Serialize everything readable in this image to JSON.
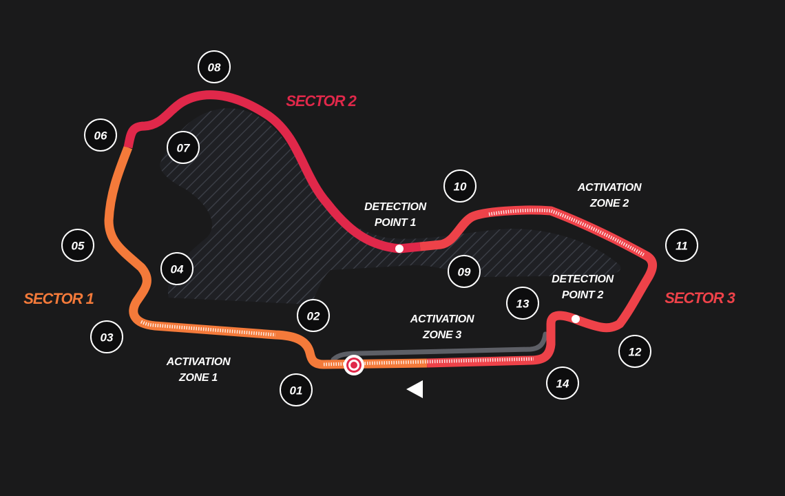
{
  "colors": {
    "background": "#1a1a1b",
    "sector1": "#f47a3a",
    "sector2": "#e0284a",
    "sector3": "#ee4249",
    "pitlane": "#5d5f66",
    "hatch": "#3a3d45"
  },
  "sectors": [
    {
      "id": "sector1",
      "label": "SECTOR 1"
    },
    {
      "id": "sector2",
      "label": "SECTOR 2"
    },
    {
      "id": "sector3",
      "label": "SECTOR 3"
    }
  ],
  "zones": {
    "activation_zone_1": [
      "ACTIVATION",
      "ZONE 1"
    ],
    "activation_zone_2": [
      "ACTIVATION",
      "ZONE 2"
    ],
    "activation_zone_3": [
      "ACTIVATION",
      "ZONE 3"
    ],
    "detection_point_1": [
      "DETECTION",
      "POINT 1"
    ],
    "detection_point_2": [
      "DETECTION",
      "POINT 2"
    ]
  },
  "turns": [
    "01",
    "02",
    "03",
    "04",
    "05",
    "06",
    "07",
    "08",
    "09",
    "10",
    "11",
    "12",
    "13",
    "14"
  ],
  "icons": {
    "start_finish": "target-icon",
    "direction": "triangle-left-icon"
  }
}
